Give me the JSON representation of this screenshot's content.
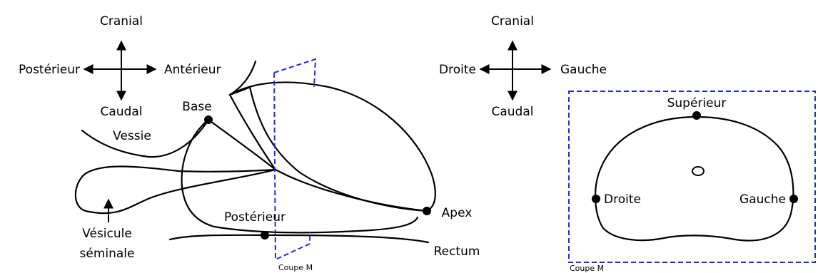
{
  "colors": {
    "outline": "#000000",
    "cut_plane": "#1f2ed6",
    "background": "#ffffff"
  },
  "sagittal": {
    "axes": {
      "top": "Cranial",
      "bottom": "Caudal",
      "left": "Postérieur",
      "right": "Antérieur"
    },
    "labels": {
      "base": "Base",
      "vessie": "Vessie",
      "vesicule_line1": "Vésicule",
      "vesicule_line2": "séminale",
      "posterieur": "Postérieur",
      "apex": "Apex",
      "rectum": "Rectum",
      "coupe": "Coupe M"
    }
  },
  "axial": {
    "axes": {
      "top": "Cranial",
      "bottom": "Caudal",
      "left": "Droite",
      "right": "Gauche"
    },
    "labels": {
      "superieur": "Supérieur",
      "droite": "Droite",
      "gauche": "Gauche",
      "coupe": "Coupe M"
    }
  }
}
